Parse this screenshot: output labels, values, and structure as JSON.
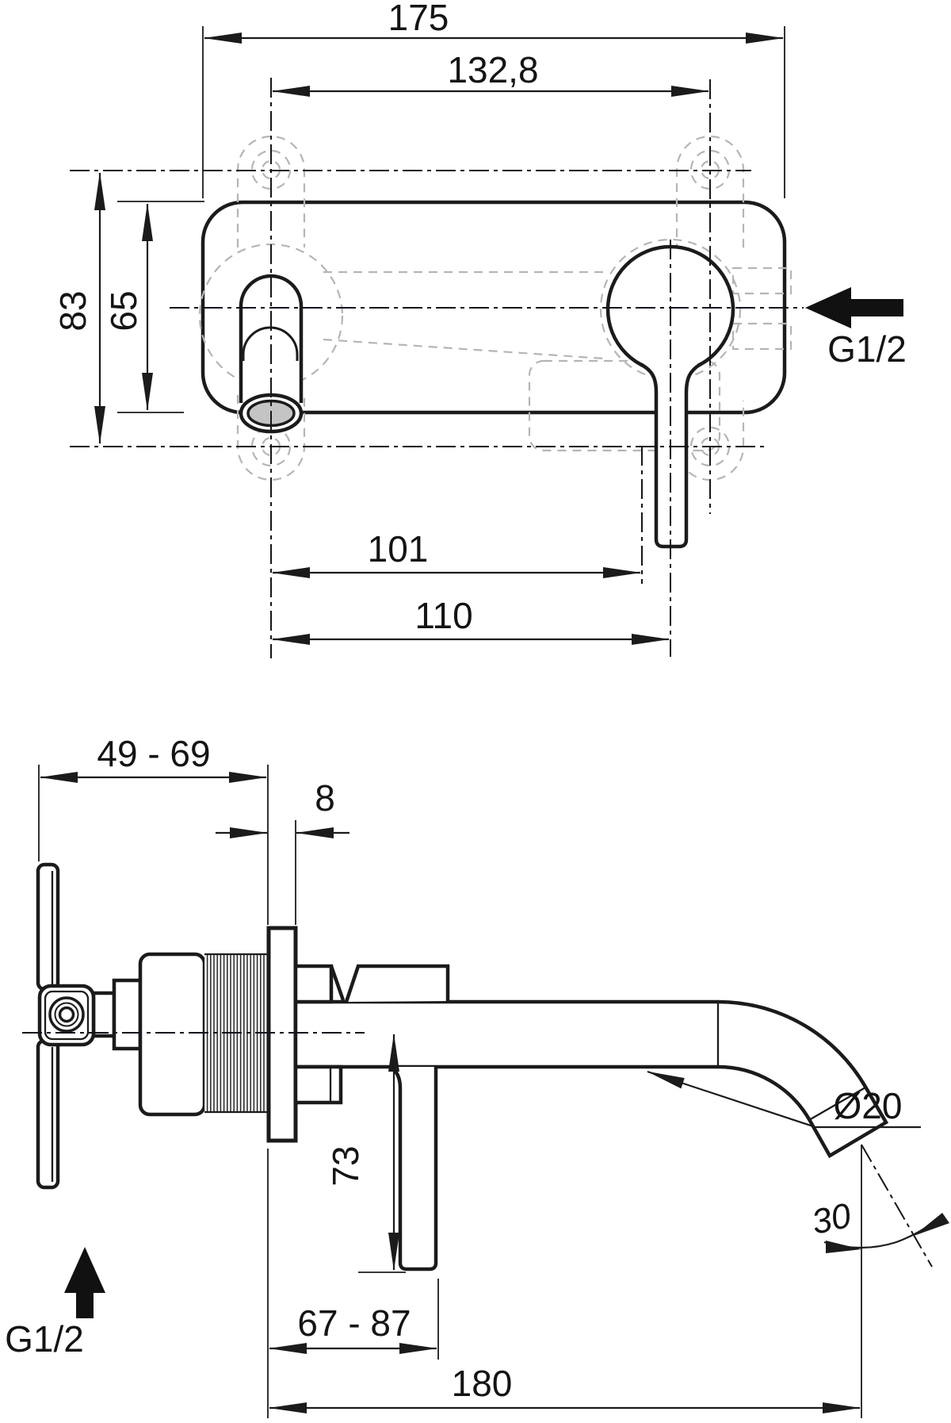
{
  "drawing": {
    "type": "faucet installation dimensional drawing",
    "units_implied": "mm",
    "front_view": {
      "plate_width": "175",
      "hole_spacing": "132,8",
      "overall_height": "83",
      "plate_height": "65",
      "spout_to_lever": "101",
      "spout_to_handle": "110",
      "inlet_label": "G1/2"
    },
    "side_view": {
      "depth_range": "49 - 69",
      "plate_thickness": "8",
      "lever_drop": "73",
      "lever_reach_range": "67 - 87",
      "spout_reach": "180",
      "spout_diameter": "Ø20",
      "outlet_angle": "30",
      "inlet_label": "G1/2"
    },
    "colors": {
      "line": "#1b1b1b",
      "phantom_gray": "#b5b5b5",
      "outlet_fill": "#c4c4c4"
    }
  }
}
